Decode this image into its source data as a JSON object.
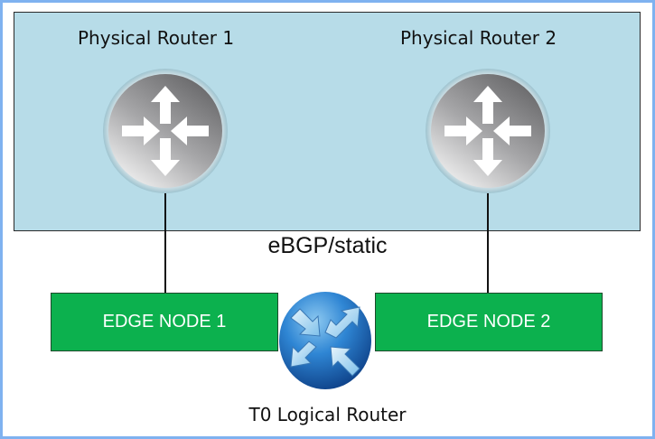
{
  "diagram": {
    "physical_routers": [
      {
        "label": "Physical Router 1",
        "icon": "router-icon"
      },
      {
        "label": "Physical Router 2",
        "icon": "router-icon"
      }
    ],
    "connection_label": "eBGP/static",
    "edge_nodes": [
      {
        "label": "EDGE NODE 1"
      },
      {
        "label": "EDGE NODE 2"
      }
    ],
    "logical_router": {
      "label": "T0 Logical Router",
      "icon": "logical-router-icon"
    },
    "colors": {
      "physical_area_bg": "#b7dce8",
      "edge_node_bg": "#0cb14e",
      "frame_border": "#7fb2f0",
      "logical_router_blue": "#1f6fc0"
    }
  }
}
